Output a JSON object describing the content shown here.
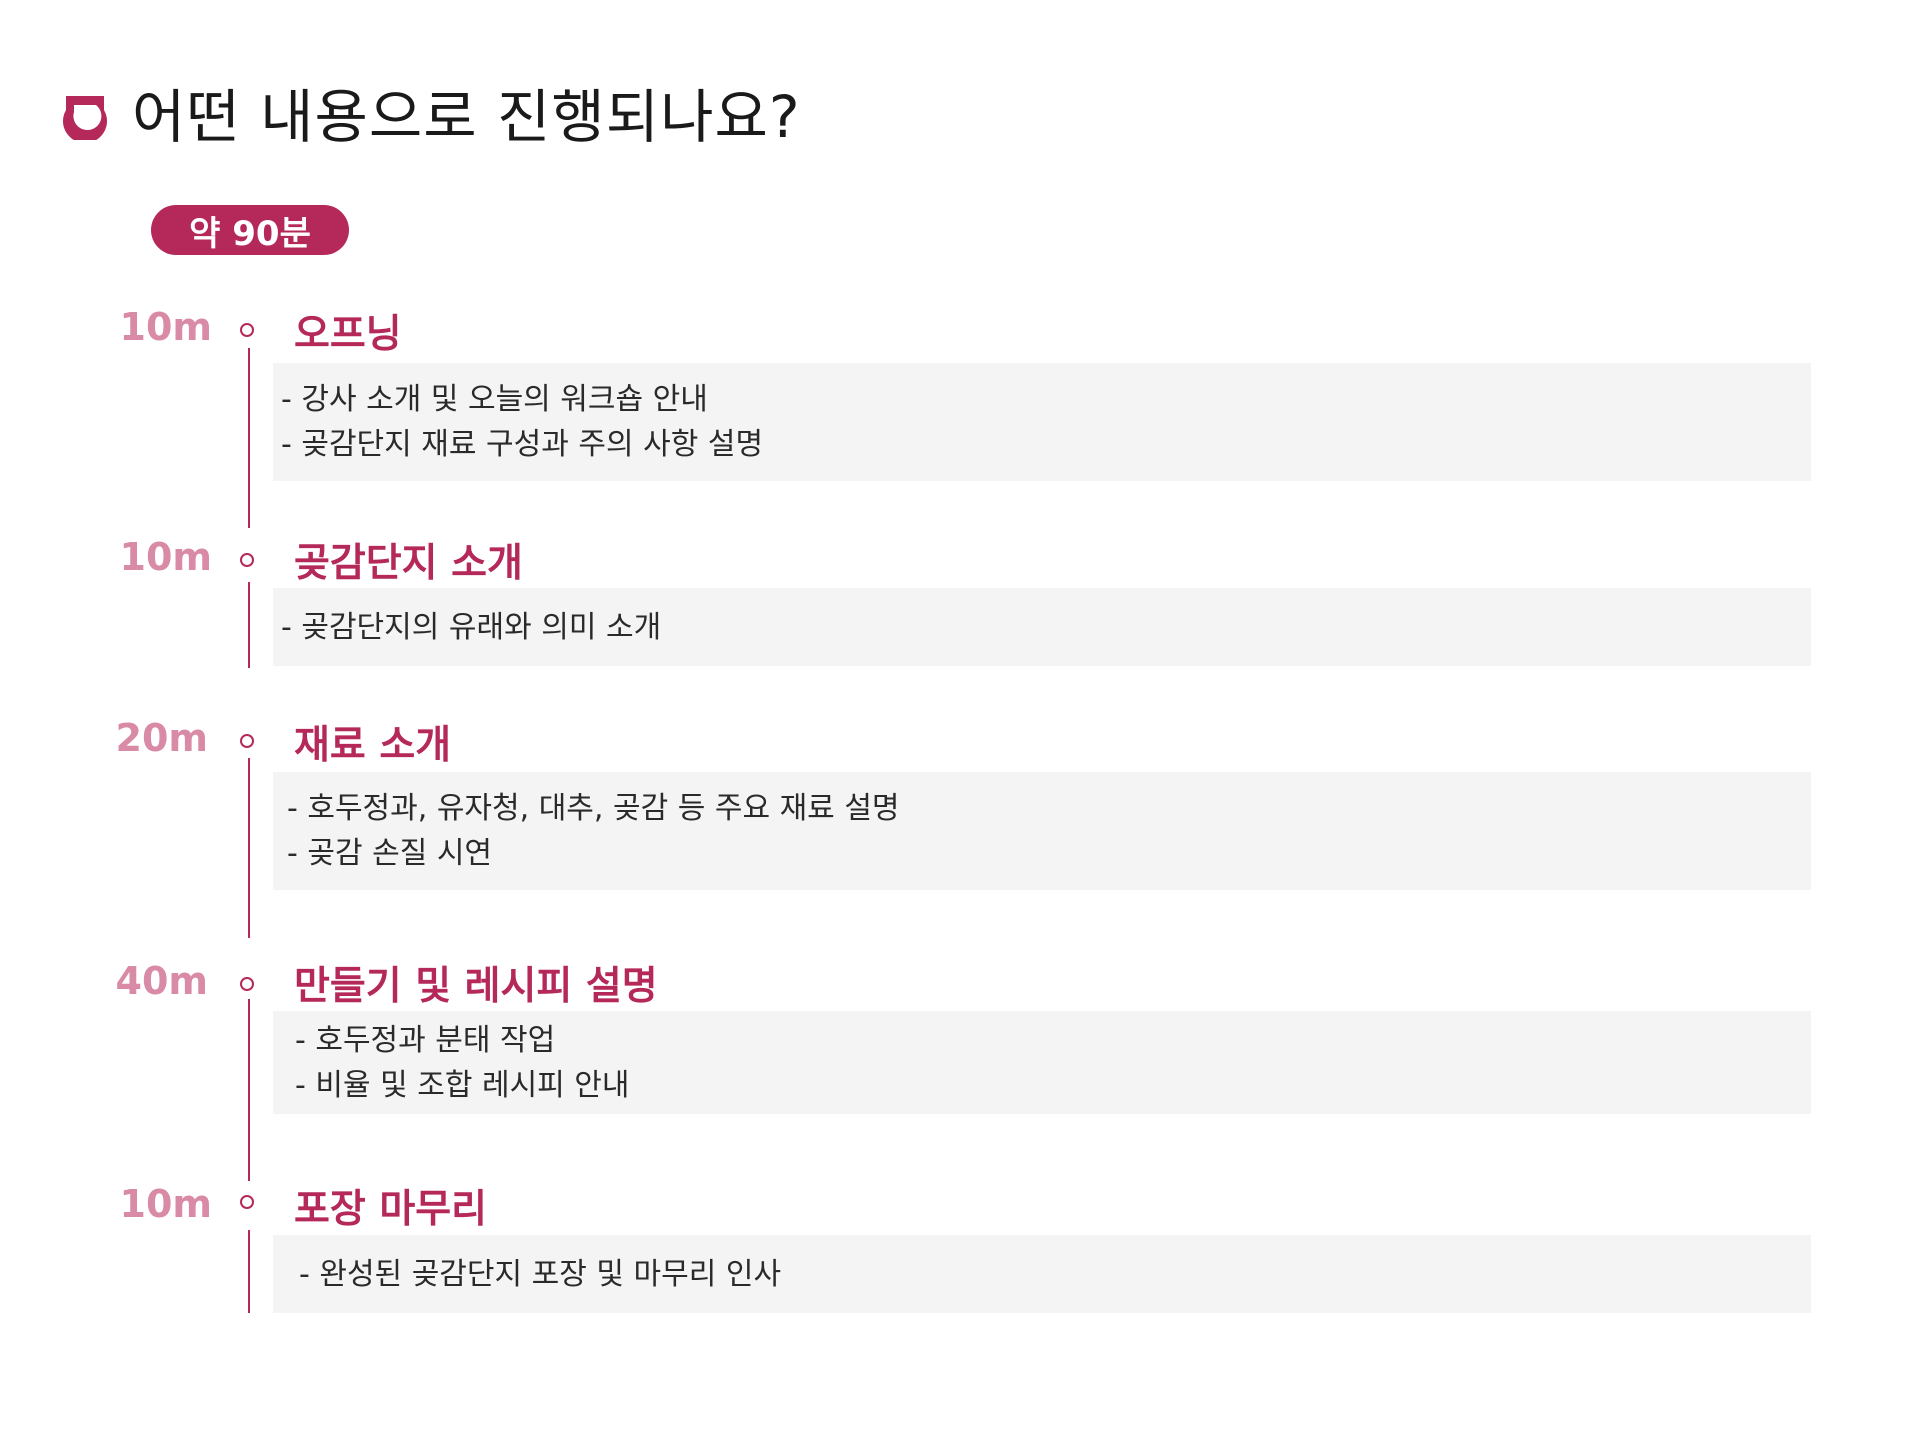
{
  "colors": {
    "accent": "#b5285a",
    "time_label": "#d98aa6",
    "box_bg": "#f4f4f5",
    "title_text": "#1a1a1a"
  },
  "header": {
    "logo_icon": "brand-ring-icon",
    "title": "어떤 내용으로 진행되나요?"
  },
  "badge": {
    "label": "약 90분"
  },
  "sections": [
    {
      "time": "10m",
      "title": "오프닝",
      "items": [
        "- 강사 소개 및 오늘의 워크숍 안내",
        "- 곶감단지 재료 구성과 주의 사항 설명"
      ]
    },
    {
      "time": "10m",
      "title": "곶감단지 소개",
      "items": [
        "- 곶감단지의 유래와 의미 소개"
      ]
    },
    {
      "time": "20m",
      "title": "재료 소개",
      "items": [
        "- 호두정과, 유자청, 대추, 곶감 등 주요 재료 설명",
        "- 곶감 손질 시연"
      ]
    },
    {
      "time": "40m",
      "title": "만들기 및 레시피 설명",
      "items": [
        "- 호두정과 분태 작업",
        "- 비율 및 조합 레시피 안내"
      ]
    },
    {
      "time": "10m",
      "title": "포장 마무리",
      "items": [
        "- 완성된 곶감단지 포장 및 마무리 인사"
      ]
    }
  ]
}
